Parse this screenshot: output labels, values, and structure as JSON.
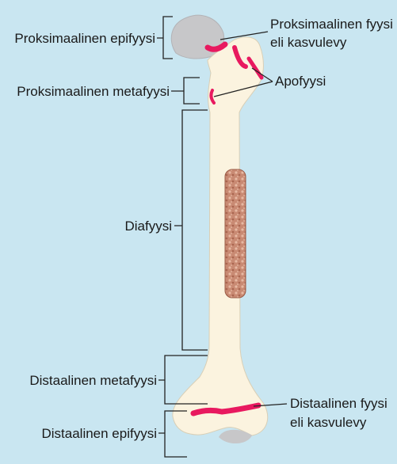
{
  "labels": {
    "proximal_epiphysis": "Proksimaalinen epifyysi",
    "proximal_physis_line1": "Proksimaalinen fyysi",
    "proximal_physis_line2": "eli kasvulevy",
    "apophysis": "Apofyysi",
    "proximal_metaphysis": "Proksimaalinen metafyysi",
    "diaphysis": "Diafyysi",
    "distal_metaphysis": "Distaalinen metafyysi",
    "distal_physis_line1": "Distaalinen fyysi",
    "distal_physis_line2": "eli kasvulevy",
    "distal_epiphysis": "Distaalinen epifyysi"
  },
  "colors": {
    "background": "#c9e6f1",
    "bone": "#fbf3df",
    "bone_outline": "#d9cfb6",
    "femoral_head": "#c7c7c9",
    "growth_plate": "#e8195f",
    "marrow": "#c98a73",
    "bracket": "#222222"
  }
}
